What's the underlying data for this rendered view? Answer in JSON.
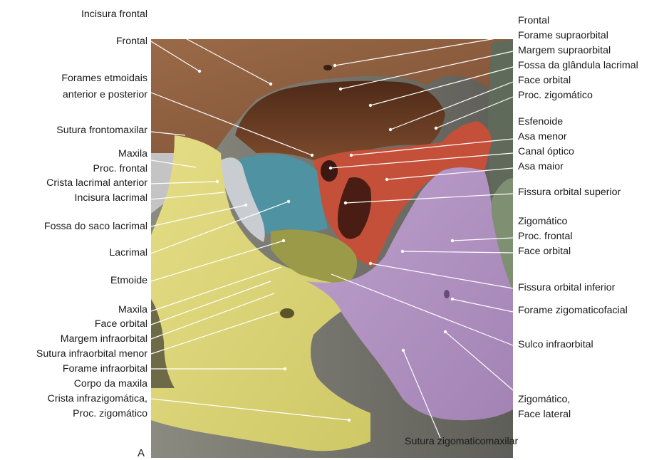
{
  "figure": {
    "panel_letter": "A",
    "labels_left": [
      "Incisura frontal",
      "Frontal",
      "Forames etmoidais",
      "anterior e posterior",
      "Sutura frontomaxilar",
      "Maxila",
      "Proc. frontal",
      "Crista lacrimal anterior",
      "Incisura lacrimal",
      "Fossa do saco lacrimal",
      "Lacrimal",
      "Etmoide",
      "Maxila",
      "Face orbital",
      "Margem infraorbital",
      "Sutura infraorbital menor",
      "Forame infraorbital",
      "Corpo da maxila",
      "Crista infrazigomática,",
      "Proc. zigomático"
    ],
    "labels_right": [
      "Frontal",
      "Forame supraorbital",
      "Margem supraorbital",
      "Fossa da glândula lacrimal",
      "Face orbital",
      "Proc. zigomático",
      "Esfenoide",
      "Asa menor",
      "Canal óptico",
      "Asa maior",
      "Fissura orbital superior",
      "Zigomático",
      "Proc. frontal",
      "Face orbital",
      "Fissura orbital inferior",
      "Forame zigomaticofacial",
      "Sulco infraorbital",
      "Zigomático,",
      "Face lateral"
    ],
    "label_bottom": "Sutura zigomaticomaxilar",
    "colors": {
      "frontal": "#8c5a3c",
      "frontal_orbit": "#6e3e22",
      "maxilla": "#ddd77a",
      "ethmoid": "#4f93a3",
      "lacrimal": "#c9cdd2",
      "sphenoid": "#c8553b",
      "zygomatic": "#b292c2",
      "nasal": "#c4c4c4",
      "gray_bg": "#7b7b72"
    }
  }
}
